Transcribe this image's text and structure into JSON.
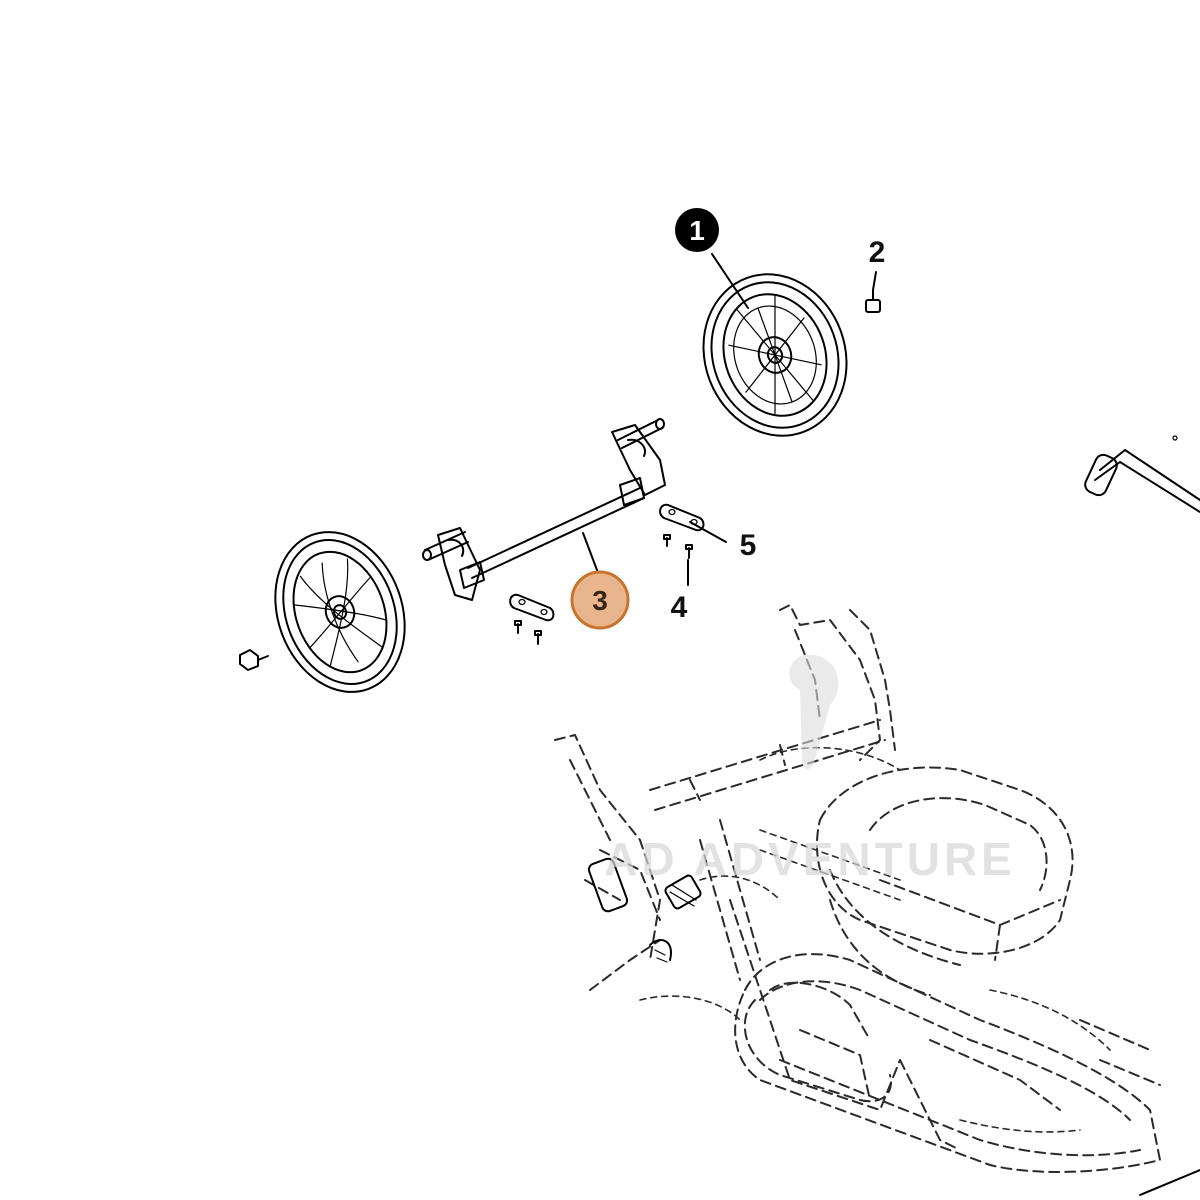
{
  "callouts": {
    "c1": {
      "label": "1",
      "fill": "#000000",
      "text_color": "#ffffff"
    },
    "c2": {
      "label": "2"
    },
    "c3": {
      "label": "3",
      "fill": "#e8b58c",
      "stroke": "#c8742e",
      "text_color": "#3a2414"
    },
    "c4": {
      "label": "4"
    },
    "c5": {
      "label": "5"
    }
  },
  "watermark": {
    "text": "AD ADVENTURE"
  },
  "colors": {
    "line": "#000000",
    "ghost_line": "#2a2a2a",
    "highlight": "#e8b58c",
    "highlight_border": "#c8742e"
  }
}
